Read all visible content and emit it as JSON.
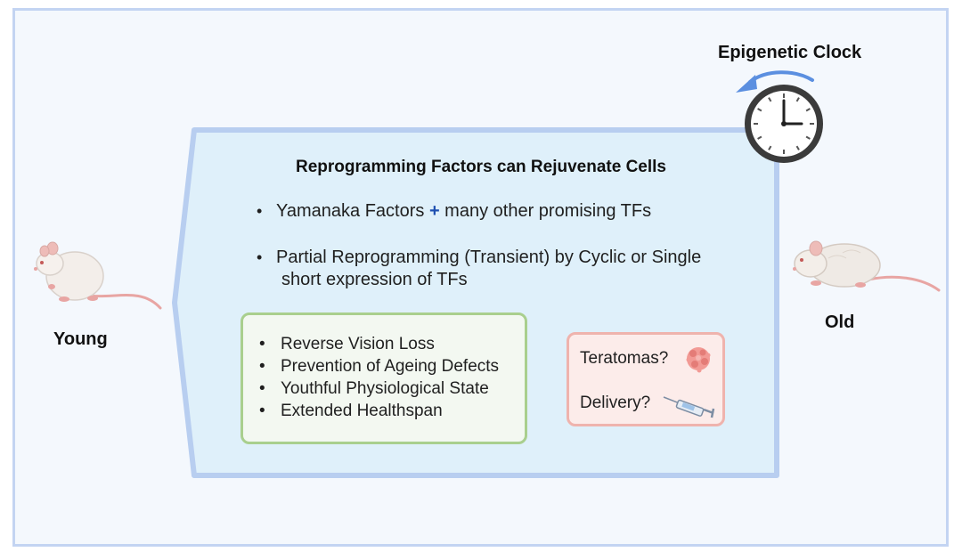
{
  "panel": {
    "title": "Reprogramming Factors can Rejuvenate Cells",
    "bullets": [
      {
        "before": "Yamanaka Factors ",
        "plus": "+",
        "after": " many other promising TFs"
      },
      {
        "line1": "Partial Reprogramming (Transient) by Cyclic or Single",
        "line2": "short expression of TFs"
      }
    ]
  },
  "benefits": [
    "Reverse Vision Loss",
    "Prevention of Ageing Defects",
    "Youthful Physiological State",
    "Extended Healthspan"
  ],
  "risks": [
    "Teratomas?",
    "Delivery?"
  ],
  "labels": {
    "young": "Young",
    "old": "Old"
  },
  "clock": {
    "title": "Epigenetic Clock"
  },
  "colors": {
    "panel_fill": "#dff0fa",
    "panel_border": "#b8cef0",
    "benefits_border": "#a9cf8e",
    "risks_border": "#efb3ad",
    "arrow": "#5b8fe0",
    "plus": "#1e4fb0"
  },
  "icons": [
    "tumor-icon",
    "syringe-icon",
    "clock-icon",
    "rotate-arrow-icon",
    "mouse-icon"
  ]
}
